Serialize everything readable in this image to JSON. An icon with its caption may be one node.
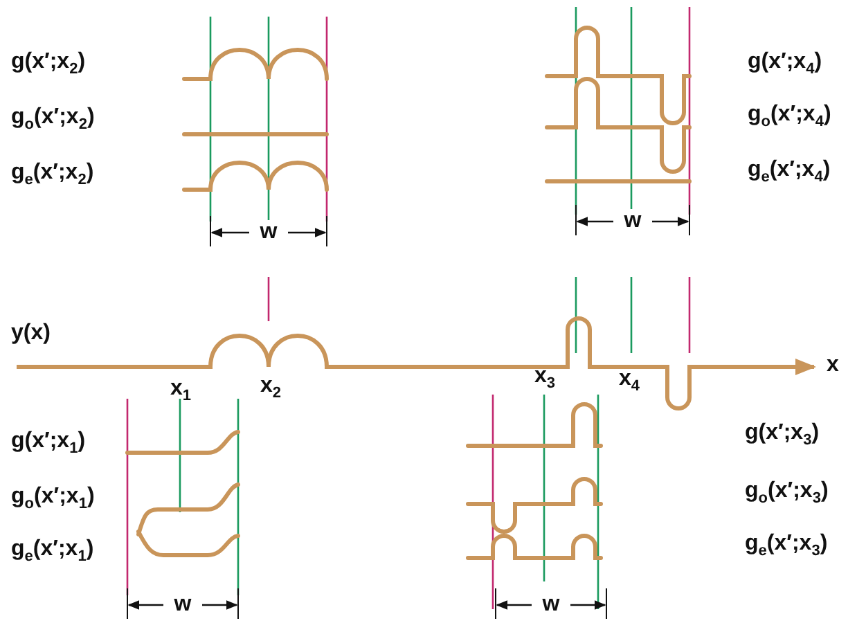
{
  "diagram": {
    "labels": [
      "g(x′;x$_{2}$)",
      "g(x′;x$_{4}$)",
      "g$_{o}$(x′;x$_{2}$)",
      "g$_{o}$(x′;x$_{4}$)",
      "g$_{e}$(x′;x$_{2}$)",
      "g$_{e}$(x′;x$_{4}$)",
      "w",
      "w",
      "y(x)",
      "x$_{1}$",
      "x$_{2}$",
      "x$_{3}$",
      "x$_{4}$",
      "x",
      "g(x′;x$_{1}$)",
      "g(x′;x$_{3}$)",
      "g$_{o}$(x′;x$_{1}$)",
      "g$_{o}$(x′;x$_{3}$)",
      "g$_{e}$(x′;x$_{1}$)",
      "g$_{e}$(x′;x$_{3}$)",
      "w",
      "w"
    ]
  }
}
